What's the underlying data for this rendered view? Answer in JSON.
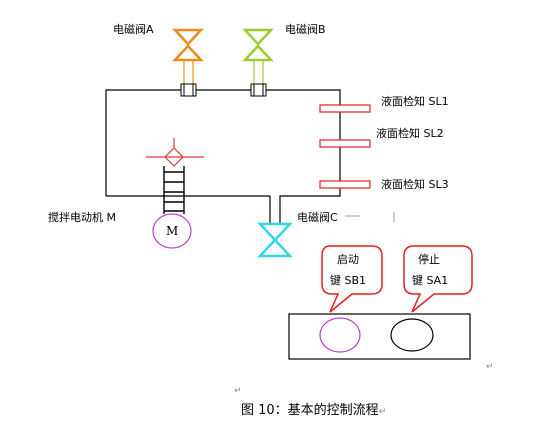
{
  "labels": {
    "valve_a": "电磁阀A",
    "valve_b": "电磁阀B",
    "level_sl1": "液面检知 SL1",
    "level_sl2": "液面检知 SL2",
    "level_sl3": "液面检知 SL3",
    "mixer_motor": "搅拌电动机 M",
    "motor_symbol": "M",
    "valve_c": "电磁阀C"
  },
  "start_key": {
    "line1": "启动",
    "line2": "键 SB1"
  },
  "stop_key": {
    "line1": "停止",
    "line2": "键 SA1"
  },
  "caption": "图 10：基本的控制流程",
  "paragraph_marks": [
    "↵",
    "↵",
    "↵"
  ],
  "colors": {
    "valve_a": "#f08a1e",
    "valve_b": "#9acd32",
    "valve_c": "#33d6e6",
    "agitator": "#e03a3a",
    "motor": "#c040d0",
    "bubble": "#e02020",
    "line": "#000000"
  }
}
